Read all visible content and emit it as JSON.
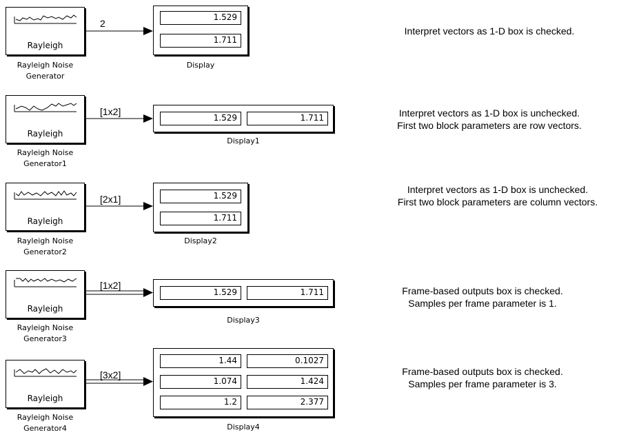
{
  "rows": [
    {
      "source": {
        "title": "Rayleigh",
        "label_line1": "Rayleigh Noise",
        "label_line2": "Generator"
      },
      "signal": "2",
      "display": {
        "name": "Display",
        "values": [
          "1.529",
          "1.711"
        ]
      },
      "note": {
        "line1": "Interpret vectors as 1-D box is checked.",
        "line2": ""
      }
    },
    {
      "source": {
        "title": "Rayleigh",
        "label_line1": "Rayleigh Noise",
        "label_line2": "Generator1"
      },
      "signal": "[1x2]",
      "display": {
        "name": "Display1",
        "values": [
          "1.529",
          "1.711"
        ]
      },
      "note": {
        "line1": "Interpret vectors as 1-D box is unchecked.",
        "line2": "First two block parameters are row vectors."
      }
    },
    {
      "source": {
        "title": "Rayleigh",
        "label_line1": "Rayleigh Noise",
        "label_line2": "Generator2"
      },
      "signal": "[2x1]",
      "display": {
        "name": "Display2",
        "values": [
          "1.529",
          "1.711"
        ]
      },
      "note": {
        "line1": "Interpret vectors as 1-D box is unchecked.",
        "line2": "First two block parameters are column vectors."
      }
    },
    {
      "source": {
        "title": "Rayleigh",
        "label_line1": "Rayleigh Noise",
        "label_line2": "Generator3"
      },
      "signal": "[1x2]",
      "display": {
        "name": "Display3",
        "values": [
          "1.529",
          "1.711"
        ]
      },
      "note": {
        "line1": "Frame-based outputs box is checked.",
        "line2": "Samples per frame parameter is 1."
      }
    },
    {
      "source": {
        "title": "Rayleigh",
        "label_line1": "Rayleigh Noise",
        "label_line2": "Generator4"
      },
      "signal": "[3x2]",
      "display": {
        "name": "Display4",
        "values": [
          "1.44",
          "0.1027",
          "1.074",
          "1.424",
          "1.2",
          "2.377"
        ]
      },
      "note": {
        "line1": "Frame-based outputs box is checked.",
        "line2": "Samples per frame parameter is 3."
      }
    }
  ]
}
